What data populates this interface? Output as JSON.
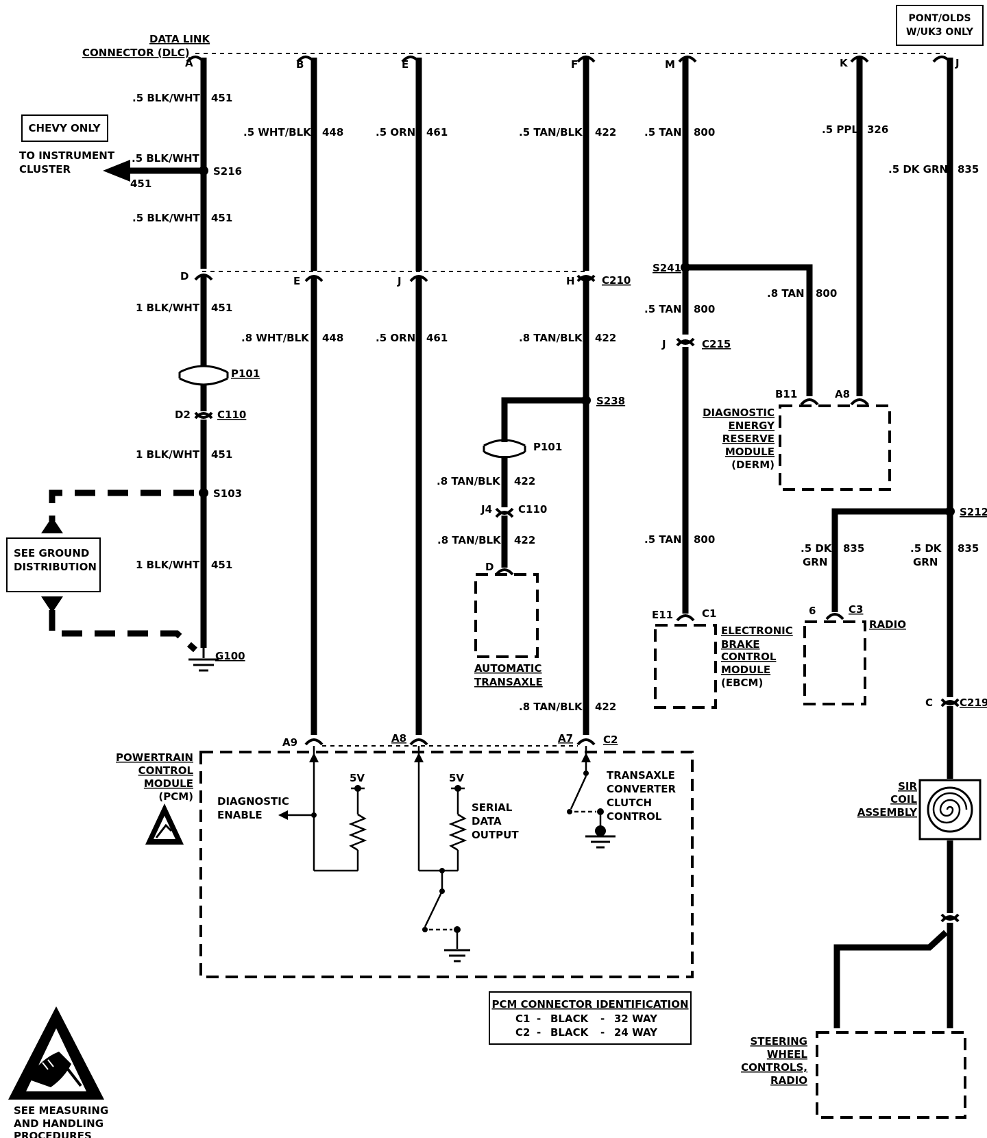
{
  "title_box": "PONT/OLDS\nW/UK3 ONLY",
  "dlc_label": [
    "DATA LINK",
    "CONNECTOR (DLC)"
  ],
  "chevy_only": "CHEVY ONLY",
  "to_instrument_cluster": [
    "TO INSTRUMENT",
    "CLUSTER"
  ],
  "see_ground_distribution": [
    "SEE GROUND",
    "DISTRIBUTION"
  ],
  "pins_top": {
    "A": "A",
    "B": "B",
    "E": "E",
    "F": "F",
    "M": "M",
    "K": "K",
    "J": "J"
  },
  "pins_mid": {
    "D": "D",
    "E": "E",
    "J": "J",
    "H": "H"
  },
  "wires": {
    "a1": ".5 BLK/WHT",
    "a1n": "451",
    "a2": ".5 BLK/WHT",
    "a2n": "451",
    "a3": ".5 BLK/WHT",
    "a3n": "451",
    "a4": "1 BLK/WHT",
    "a4n": "451",
    "a5": "1 BLK/WHT",
    "a5n": "451",
    "a6": "1 BLK/WHT",
    "a6n": "451",
    "b1": ".5 WHT/BLK",
    "b1n": "448",
    "b2": ".8 WHT/BLK",
    "b2n": "448",
    "e1": ".5 ORN",
    "e1n": "461",
    "e2": ".5 ORN",
    "e2n": "461",
    "f1": ".5 TAN/BLK",
    "f1n": "422",
    "f2": ".8 TAN/BLK",
    "f2n": "422",
    "f3": ".8 TAN/BLK",
    "f3n": "422",
    "f4": ".8 TAN/BLK",
    "f4n": "422",
    "f5": ".8 TAN/BLK",
    "f5n": "422",
    "m1": ".5 TAN",
    "m1n": "800",
    "m2": ".5 TAN",
    "m2n": "800",
    "m3": ".5 TAN",
    "m3n": "800",
    "m4": ".8 TAN",
    "m4n": "800",
    "k1": ".5 PPL",
    "k1n": "326",
    "j1": ".5 DK GRN",
    "j1n": "835",
    "j2a": ".5 DK",
    "j2b": "GRN",
    "j2n": "835",
    "j3a": ".5 DK",
    "j3b": "GRN",
    "j3n": "835"
  },
  "splices": {
    "s216": "S216",
    "s103": "S103",
    "g100": "G100",
    "p101": "P101",
    "c110": "C110",
    "d2": "D2",
    "c210": "C210",
    "s238": "S238",
    "p101b": "P101",
    "j4": "J4",
    "c110b": "C110",
    "d": "D",
    "s241": "S241",
    "c215": "C215",
    "j": "J",
    "e11": "E11",
    "c1": "C1",
    "b11": "B11",
    "a8": "A8",
    "s212": "S212",
    "six": "6",
    "c3": "C3",
    "c": "C",
    "c219": "C219"
  },
  "modules": {
    "auto_trans": [
      "AUTOMATIC",
      "TRANSAXLE"
    ],
    "derm": [
      "DIAGNOSTIC",
      "ENERGY",
      "RESERVE",
      "MODULE",
      "(DERM)"
    ],
    "ebcm": [
      "ELECTRONIC",
      "BRAKE",
      "CONTROL",
      "MODULE",
      "(EBCM)"
    ],
    "radio": "RADIO",
    "sir": [
      "SIR",
      "COIL",
      "ASSEMBLY"
    ],
    "swc": [
      "STEERING",
      "WHEEL",
      "CONTROLS,",
      "RADIO"
    ],
    "pcm": [
      "POWERTRAIN",
      "CONTROL",
      "MODULE",
      "(PCM)"
    ]
  },
  "pcm_pins": {
    "a9": "A9",
    "a8": "A8",
    "a7": "A7",
    "c2": "C2"
  },
  "pcm_internal": {
    "diag_enable": [
      "DIAGNOSTIC",
      "ENABLE"
    ],
    "v1": "5V",
    "v2": "5V",
    "serial": [
      "SERIAL",
      "DATA",
      "OUTPUT"
    ],
    "tcc": [
      "TRANSAXLE",
      "CONVERTER",
      "CLUTCH",
      "CONTROL"
    ]
  },
  "pcm_connector": {
    "title": "PCM CONNECTOR IDENTIFICATION",
    "rows": [
      {
        "id": "C1",
        "dash1": "-",
        "color": "BLACK",
        "dash2": "-",
        "way": "32 WAY"
      },
      {
        "id": "C2",
        "dash1": "-",
        "color": "BLACK",
        "dash2": "-",
        "way": "24 WAY"
      }
    ]
  },
  "esd_note": [
    "SEE MEASURING",
    "AND HANDLING",
    "PROCEDURES"
  ]
}
